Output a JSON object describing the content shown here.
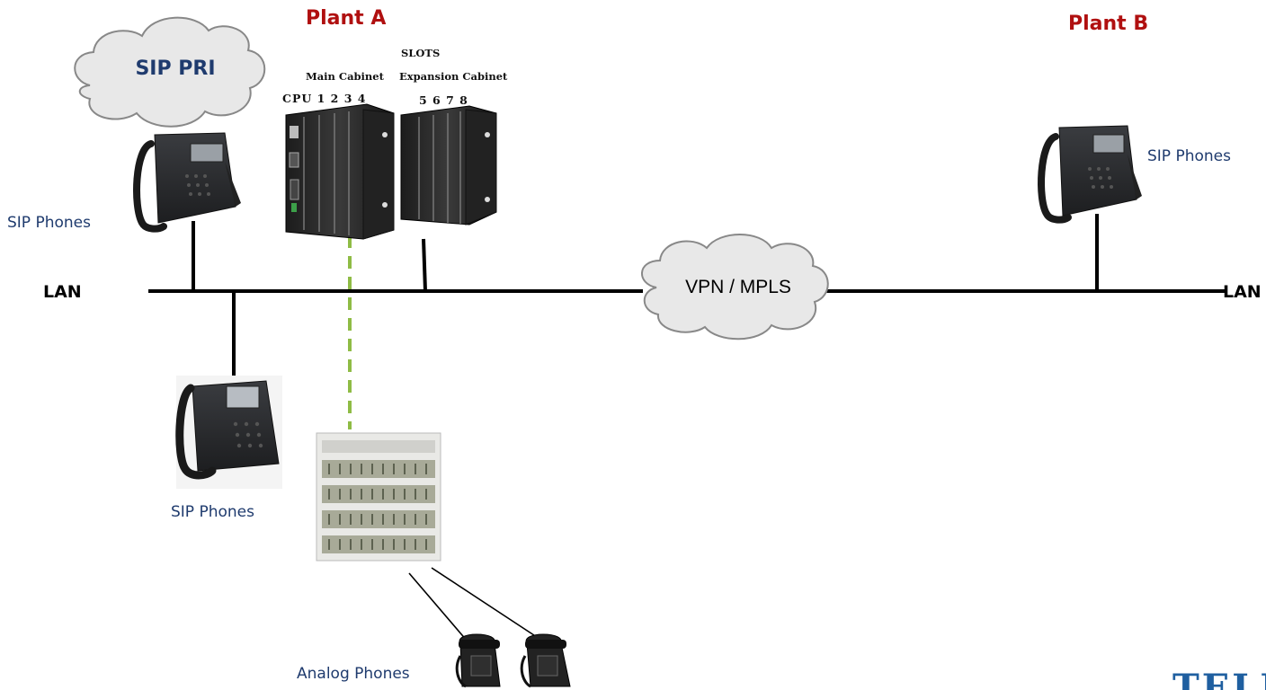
{
  "plant_a": {
    "title": "Plant A"
  },
  "plant_b": {
    "title": "Plant B"
  },
  "pbx": {
    "slots_label": "SLOTS",
    "main_cabinet_label": "Main Cabinet",
    "expansion_cabinet_label": "Expansion Cabinet",
    "main_slots": "CPU 1 2 3 4",
    "expansion_slots": "5 6 7 8"
  },
  "clouds": {
    "sip_pri": "SIP PRI",
    "vpn": "VPN / MPLS"
  },
  "lan_left": "LAN",
  "lan_right": "LAN",
  "phones": {
    "sip_top_left": "SIP  Phones",
    "sip_bottom": "SIP  Phones",
    "sip_plant_b": "SIP  Phones",
    "analog": "Analog Phones"
  },
  "brand_partial": "TELE",
  "colors": {
    "plant_title": "#b01010",
    "phone_label": "#1f3b6e",
    "dashed_link": "#8fbc45",
    "cloud_fill": "#e8e8e8"
  }
}
